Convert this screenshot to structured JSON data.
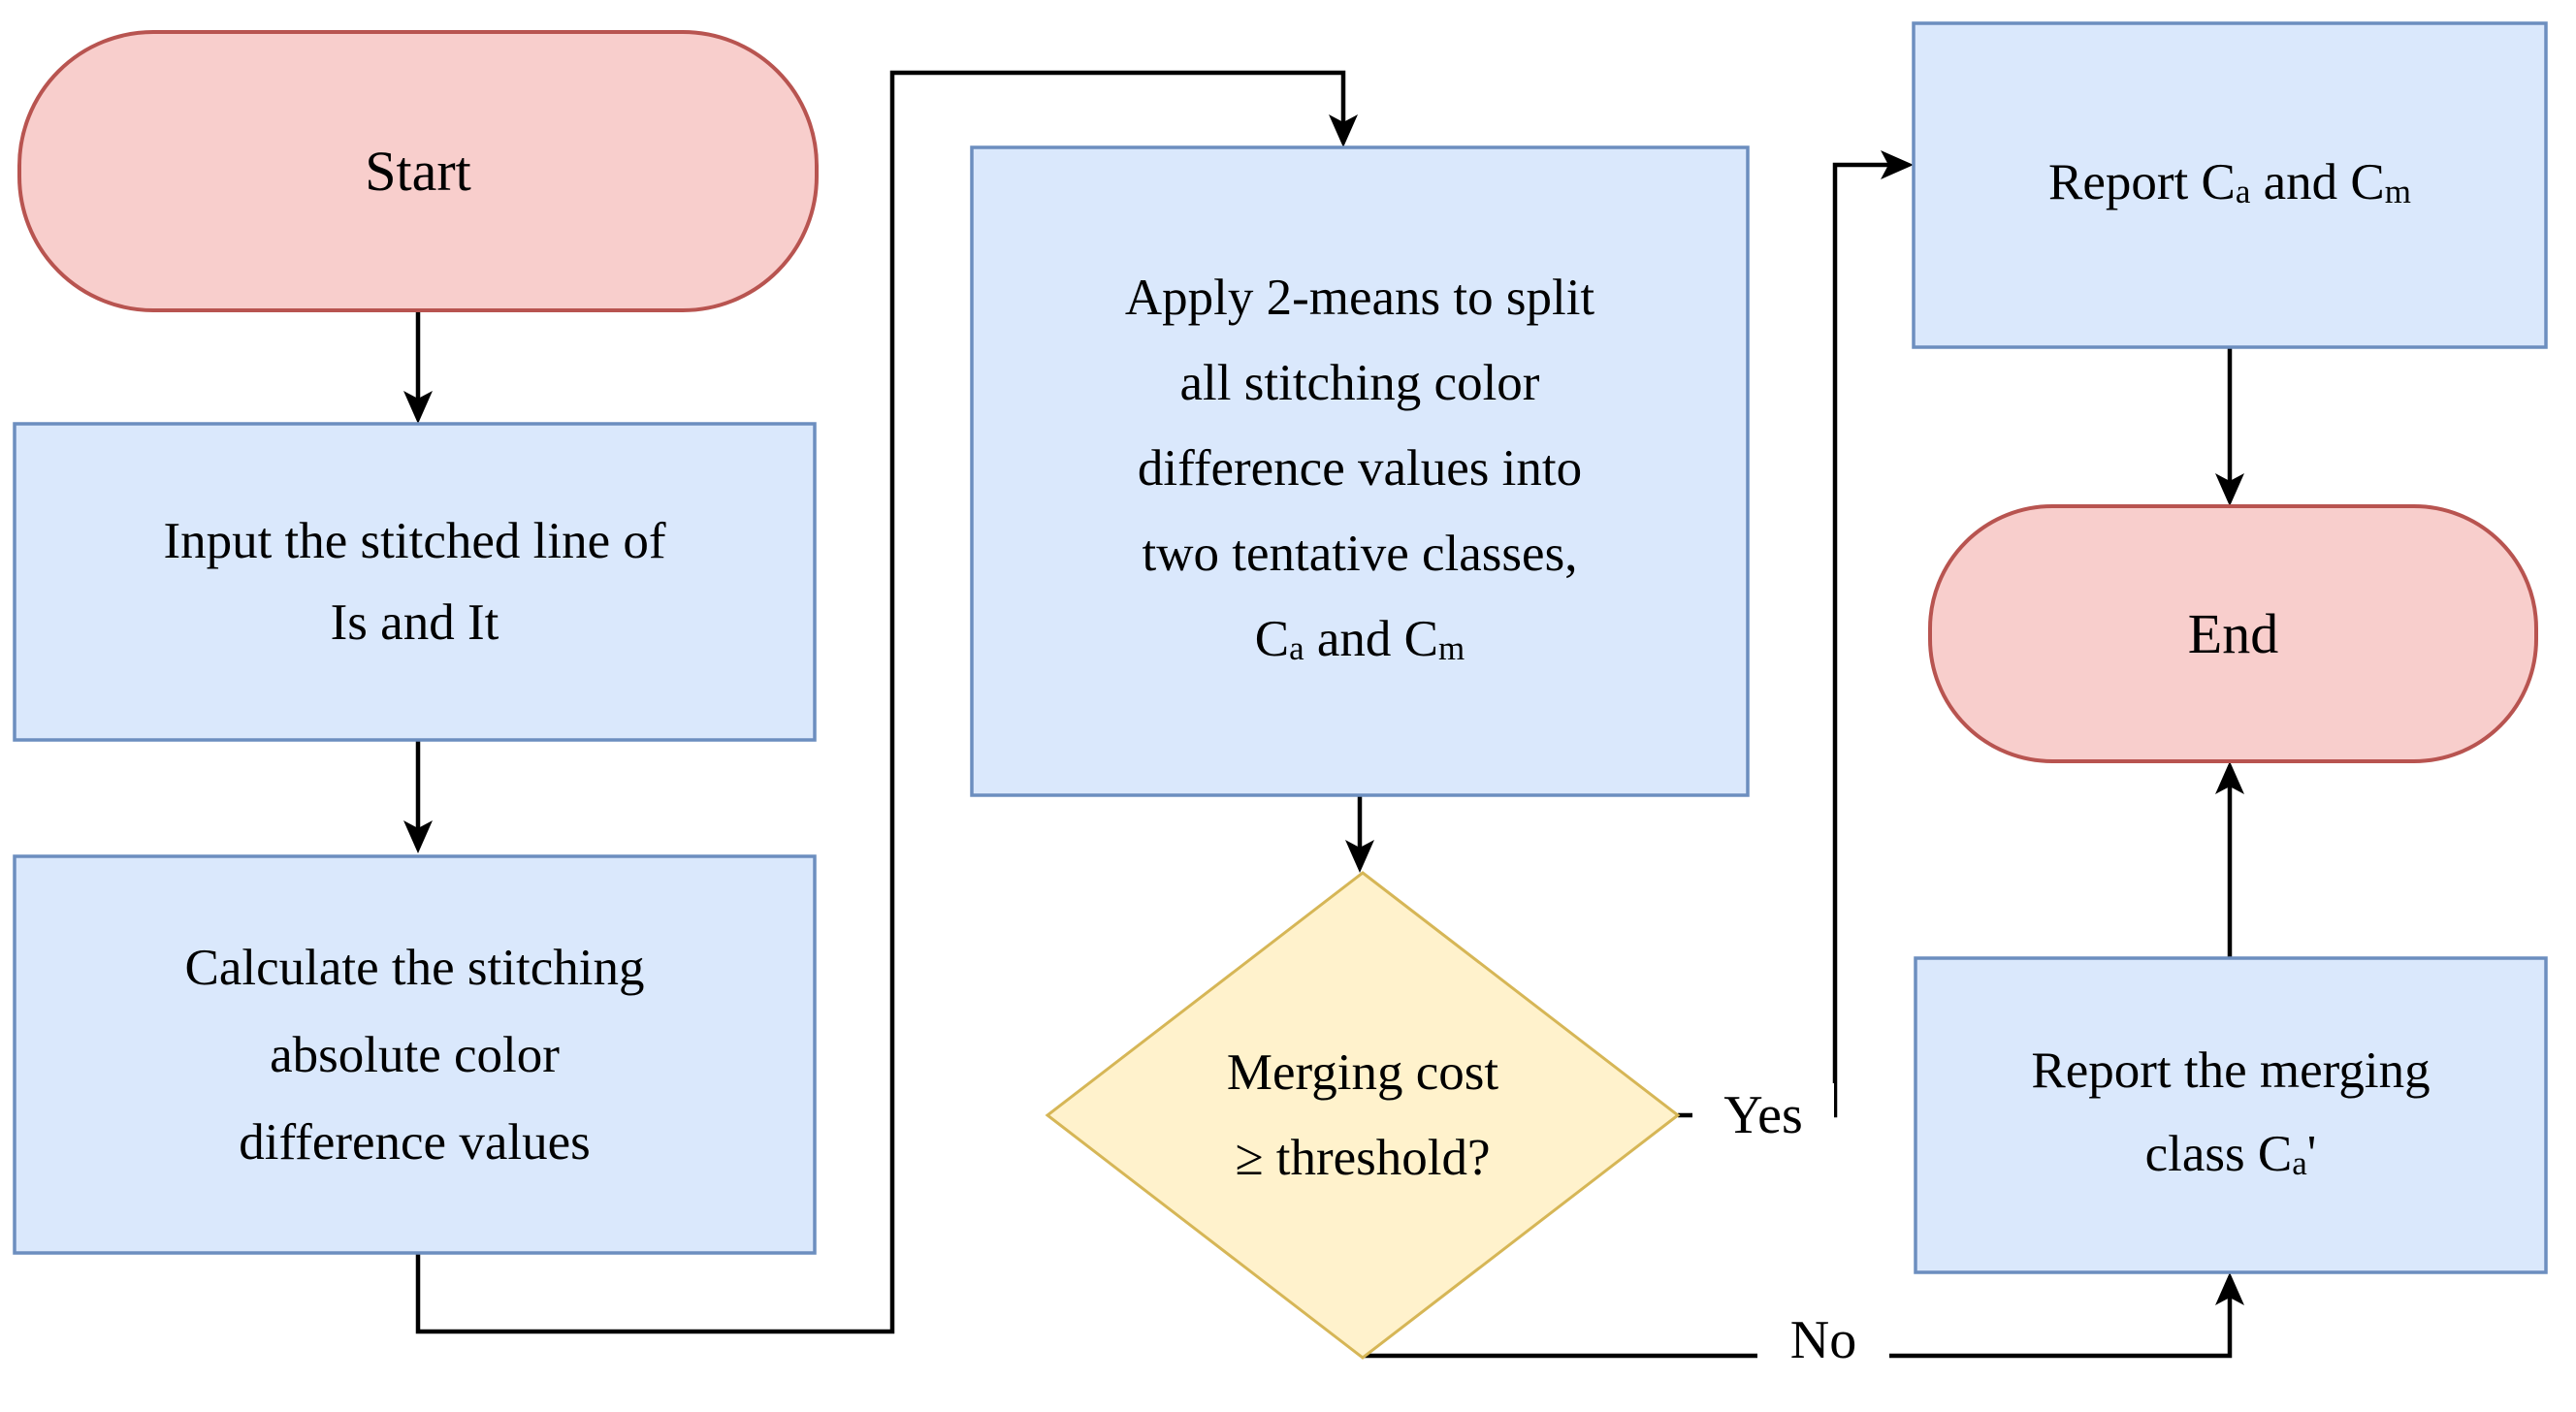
{
  "diagram": {
    "title": "Stitching color-difference classification flowchart",
    "nodes": {
      "start": {
        "label": "Start"
      },
      "input": {
        "lines": [
          "Input the stitched line of",
          "Is and It"
        ]
      },
      "calculate": {
        "lines": [
          "Calculate the stitching",
          "absolute color",
          "difference values"
        ]
      },
      "apply": {
        "lines": [
          "Apply 2-means to split",
          "all stitching color",
          "difference values into",
          "two tentative classes,"
        ],
        "last": {
          "t1": "C",
          "s1": "a",
          "t2": " and C",
          "s2": "m"
        }
      },
      "decision": {
        "lines": [
          "Merging cost",
          "≥ threshold?"
        ]
      },
      "report_both": {
        "t1": "Report C",
        "s1": "a",
        "t2": " and C",
        "s2": "m"
      },
      "end": {
        "label": "End"
      },
      "report_merge": {
        "line1": "Report the merging",
        "line2": {
          "t1": "class C",
          "s1": "a",
          "t2": "'"
        }
      }
    },
    "edge_labels": {
      "yes": "Yes",
      "no": "No"
    },
    "colors": {
      "terminal_fill": "#f8cecc",
      "terminal_border": "#b85450",
      "process_fill": "#dae8fc",
      "process_border": "#6c8ebf",
      "decision_fill": "#fff2cc",
      "decision_border": "#d6b656",
      "line": "#000000",
      "background": "#ffffff"
    }
  }
}
